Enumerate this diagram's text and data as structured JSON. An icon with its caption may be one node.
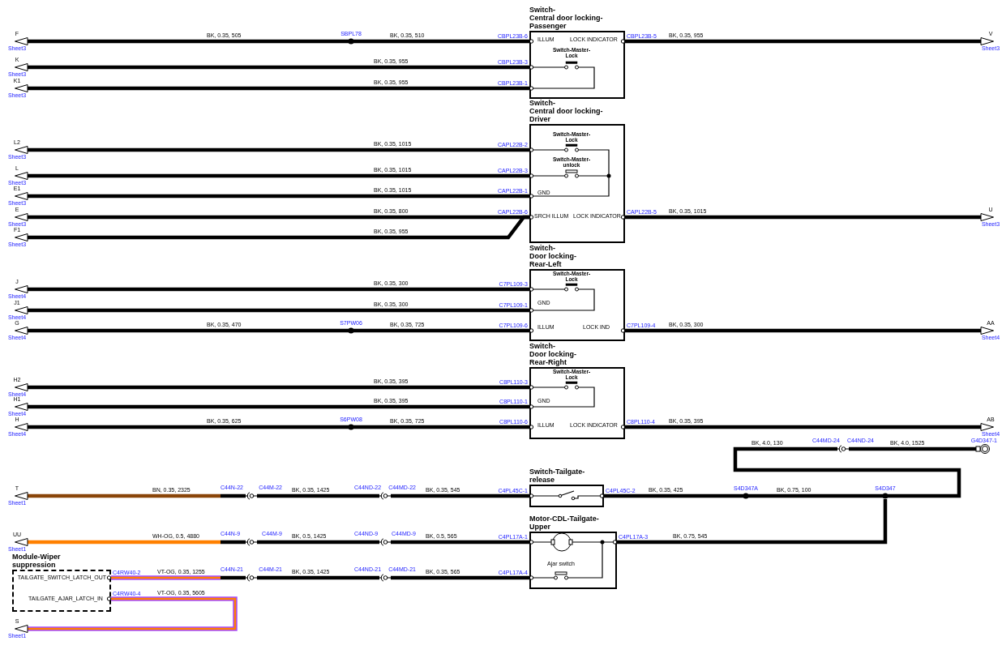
{
  "diagram": {
    "nodes": [
      {
        "text": [
          "Switch- Central door locking- Passenger",
          "ILLUM",
          "LOCK INDICATOR",
          "Switch-Master- Lock"
        ],
        "beside": [
          "CBPL23B-6",
          "CBPL23B-3",
          "CBPL23B-1",
          "CBPL23B-5"
        ]
      },
      {
        "text": [
          "Switch- Central door locking- Driver",
          "Switch-Master- Lock",
          "Switch-Master- unlock",
          "GND",
          "SRCH ILLUM",
          "LOCK INDICATOR"
        ],
        "beside": [
          "CAPL22B-2",
          "CAPL22B-3",
          "CAPL22B-1",
          "CAPL22B-6",
          "CAPL22B-5"
        ]
      },
      {
        "text": [
          "Switch- Door locking- Rear-Left",
          "Switch-Master- Lock",
          "GND",
          "ILLUM",
          "LOCK IND"
        ],
        "beside": [
          "C7PL109-3",
          "C7PL109-1",
          "C7PL109-6",
          "C7PL109-4"
        ]
      },
      {
        "text": [
          "Switch- Door locking- Rear-Right",
          "Switch-Master- Lock",
          "GND",
          "ILLUM",
          "LOCK INDICATOR"
        ],
        "beside": [
          "C8PL110-3",
          "C8PL110-1",
          "C8PL110-6",
          "C8PL110-4"
        ]
      },
      {
        "text": [
          "Switch-Tailgate- release"
        ],
        "beside": [
          "C4PL45C-1",
          "C4PL45C-2"
        ]
      },
      {
        "text": [
          "Motor-CDL-Tailgate- Upper",
          "Ajar switch"
        ],
        "beside": [
          "C4PL17A-1",
          "C4PL17A-4",
          "C4PL17A-3"
        ]
      },
      {
        "text": [
          "Module-Wiper suppression",
          "TAILGATE_SWITCH_LATCH_OUT",
          "TAILGATE_AJAR_LATCH_IN"
        ],
        "beside": [
          "C4RW40-2",
          "C4RW40-4"
        ]
      },
      {
        "text": [
          "F",
          "Sheet3"
        ]
      },
      {
        "text": [
          "K",
          "Sheet3"
        ]
      },
      {
        "text": [
          "K1",
          "Sheet3"
        ]
      },
      {
        "text": [
          "L2",
          "Sheet3"
        ]
      },
      {
        "text": [
          "L",
          "Sheet3"
        ]
      },
      {
        "text": [
          "E1",
          "Sheet3"
        ]
      },
      {
        "text": [
          "E",
          "Sheet3"
        ]
      },
      {
        "text": [
          "F1",
          "Sheet3"
        ]
      },
      {
        "text": [
          "J",
          "Sheet4"
        ]
      },
      {
        "text": [
          "J1",
          "Sheet4"
        ]
      },
      {
        "text": [
          "G",
          "Sheet4"
        ]
      },
      {
        "text": [
          "H2",
          "Sheet4"
        ]
      },
      {
        "text": [
          "H1",
          "Sheet4"
        ]
      },
      {
        "text": [
          "H",
          "Sheet4"
        ]
      },
      {
        "text": [
          "T",
          "Sheet1"
        ]
      },
      {
        "text": [
          "UU",
          "Sheet1"
        ]
      },
      {
        "text": [
          "S",
          "Sheet1"
        ]
      },
      {
        "text": [
          "V",
          "Sheet3"
        ]
      },
      {
        "text": [
          "U",
          "Sheet3"
        ]
      },
      {
        "text": [
          "AA",
          "Sheet4"
        ]
      },
      {
        "text": [
          "AB",
          "Sheet4"
        ]
      },
      {
        "text": [
          "SBPL78"
        ]
      },
      {
        "text": [
          "S7PW06"
        ]
      },
      {
        "text": [
          "S6PW08"
        ]
      },
      {
        "text": [
          "S4D347A"
        ]
      },
      {
        "text": [
          "S4D347"
        ]
      },
      {
        "text": [
          "C44N-22",
          "C44M-22"
        ]
      },
      {
        "text": [
          "C44ND-22",
          "C44MD-22"
        ]
      },
      {
        "text": [
          "C44N-9",
          "C44M-9"
        ]
      },
      {
        "text": [
          "C44ND-9",
          "C44MD-9"
        ]
      },
      {
        "text": [
          "C44N-21",
          "C44M-21"
        ]
      },
      {
        "text": [
          "C44ND-21",
          "C44MD-21"
        ]
      },
      {
        "text": [
          "C44MD-24",
          "C44ND-24"
        ]
      },
      {
        "text": [
          "G4D347-1"
        ]
      }
    ],
    "edges": [
      {
        "from": 7,
        "to": 28,
        "arrow": "none",
        "label": "BK, 0.35, 505"
      },
      {
        "from": 28,
        "to": 0,
        "arrow": "none",
        "label": "BK, 0.35, 510"
      },
      {
        "from": 0,
        "to": 24,
        "arrow": "none",
        "label": "BK, 0.35, 955"
      },
      {
        "from": 8,
        "to": 0,
        "arrow": "none",
        "label": "BK, 0.35, 955"
      },
      {
        "from": 9,
        "to": 0,
        "arrow": "none",
        "label": "BK, 0.35, 955"
      },
      {
        "from": 10,
        "to": 1,
        "arrow": "none",
        "label": "BK, 0.35, 1015"
      },
      {
        "from": 11,
        "to": 1,
        "arrow": "none",
        "label": "BK, 0.35, 1015"
      },
      {
        "from": 12,
        "to": 1,
        "arrow": "none",
        "label": "BK, 0.35, 1015"
      },
      {
        "from": 13,
        "to": 1,
        "arrow": "none",
        "label": "BK, 0.35, 800"
      },
      {
        "from": 14,
        "to": 1,
        "arrow": "none",
        "label": "BK, 0.35, 955"
      },
      {
        "from": 1,
        "to": 25,
        "arrow": "none",
        "label": "BK, 0.35, 1015"
      },
      {
        "from": 15,
        "to": 2,
        "arrow": "none",
        "label": "BK, 0.35, 300"
      },
      {
        "from": 16,
        "to": 2,
        "arrow": "none",
        "label": "BK, 0.35, 300"
      },
      {
        "from": 17,
        "to": 29,
        "arrow": "none",
        "label": "BK, 0.35, 470"
      },
      {
        "from": 29,
        "to": 2,
        "arrow": "none",
        "label": "BK, 0.35, 725"
      },
      {
        "from": 2,
        "to": 26,
        "arrow": "none",
        "label": "BK, 0.35, 300"
      },
      {
        "from": 18,
        "to": 3,
        "arrow": "none",
        "label": "BK, 0.35, 395"
      },
      {
        "from": 19,
        "to": 3,
        "arrow": "none",
        "label": "BK, 0.35, 395"
      },
      {
        "from": 20,
        "to": 30,
        "arrow": "none",
        "label": "BK, 0.35, 625"
      },
      {
        "from": 30,
        "to": 3,
        "arrow": "none",
        "label": "BK, 0.35, 725"
      },
      {
        "from": 3,
        "to": 27,
        "arrow": "none",
        "label": "BK, 0.35, 395"
      },
      {
        "from": 39,
        "to": 40,
        "arrow": "none",
        "label": "BK, 4.0, 1525"
      },
      {
        "from": 32,
        "to": 39,
        "arrow": "none",
        "label": "BK, 4.0, 130"
      },
      {
        "from": 21,
        "to": 33,
        "arrow": "none",
        "label": "BN, 0.35, 2325",
        "color": "#8a4509"
      },
      {
        "from": 33,
        "to": 34,
        "arrow": "none",
        "label": "BK, 0.35, 1425"
      },
      {
        "from": 34,
        "to": 4,
        "arrow": "none",
        "label": "BK, 0.35, 545"
      },
      {
        "from": 4,
        "to": 31,
        "arrow": "none",
        "label": "BK, 0.35, 425"
      },
      {
        "from": 31,
        "to": 32,
        "arrow": "none",
        "label": "BK, 0.75, 100"
      },
      {
        "from": 22,
        "to": 35,
        "arrow": "none",
        "label": "WH-OG, 0.5, 4880",
        "color": "#ff8000"
      },
      {
        "from": 35,
        "to": 36,
        "arrow": "none",
        "label": "BK, 0.5, 1425"
      },
      {
        "from": 36,
        "to": 5,
        "arrow": "none",
        "label": "BK, 0.5, 565"
      },
      {
        "from": 5,
        "to": 32,
        "arrow": "none",
        "label": "BK, 0.75, 545"
      },
      {
        "from": 6,
        "to": 37,
        "arrow": "none",
        "label": "VT-OG, 0.35, 1255",
        "color": "#a64dff"
      },
      {
        "from": 37,
        "to": 38,
        "arrow": "none",
        "label": "BK, 0.35, 1425"
      },
      {
        "from": 38,
        "to": 5,
        "arrow": "none",
        "label": "BK, 0.35, 565"
      },
      {
        "from": 6,
        "to": 23,
        "arrow": "none",
        "label": "VT-OG, 0.35, 5605",
        "color": "#a64dff"
      }
    ]
  }
}
